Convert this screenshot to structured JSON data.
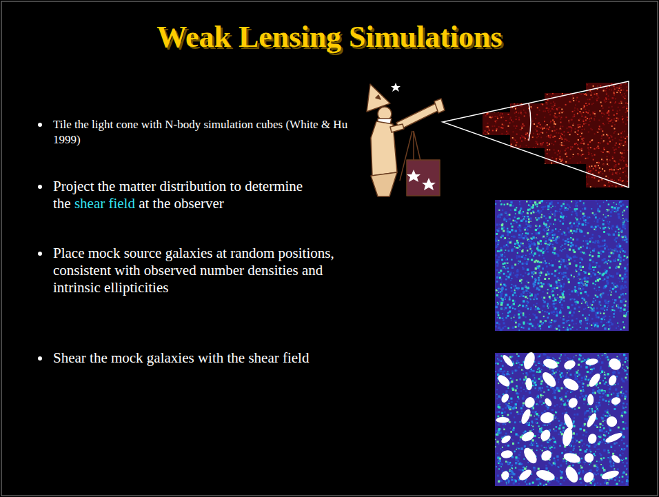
{
  "diagram": {
    "title": "Weak Lensing Simulations",
    "labels": [
      "Tile the light cone with N-body simulation cubes (White & Hu 1999)",
      "Project the matter distribution to determine the",
      "shear field",
      "at the observer",
      "Place mock source galaxies at random positions, consistent with observed number densities and intrinsic ellipticities",
      "Shear the mock galaxies with the shear field"
    ]
  }
}
